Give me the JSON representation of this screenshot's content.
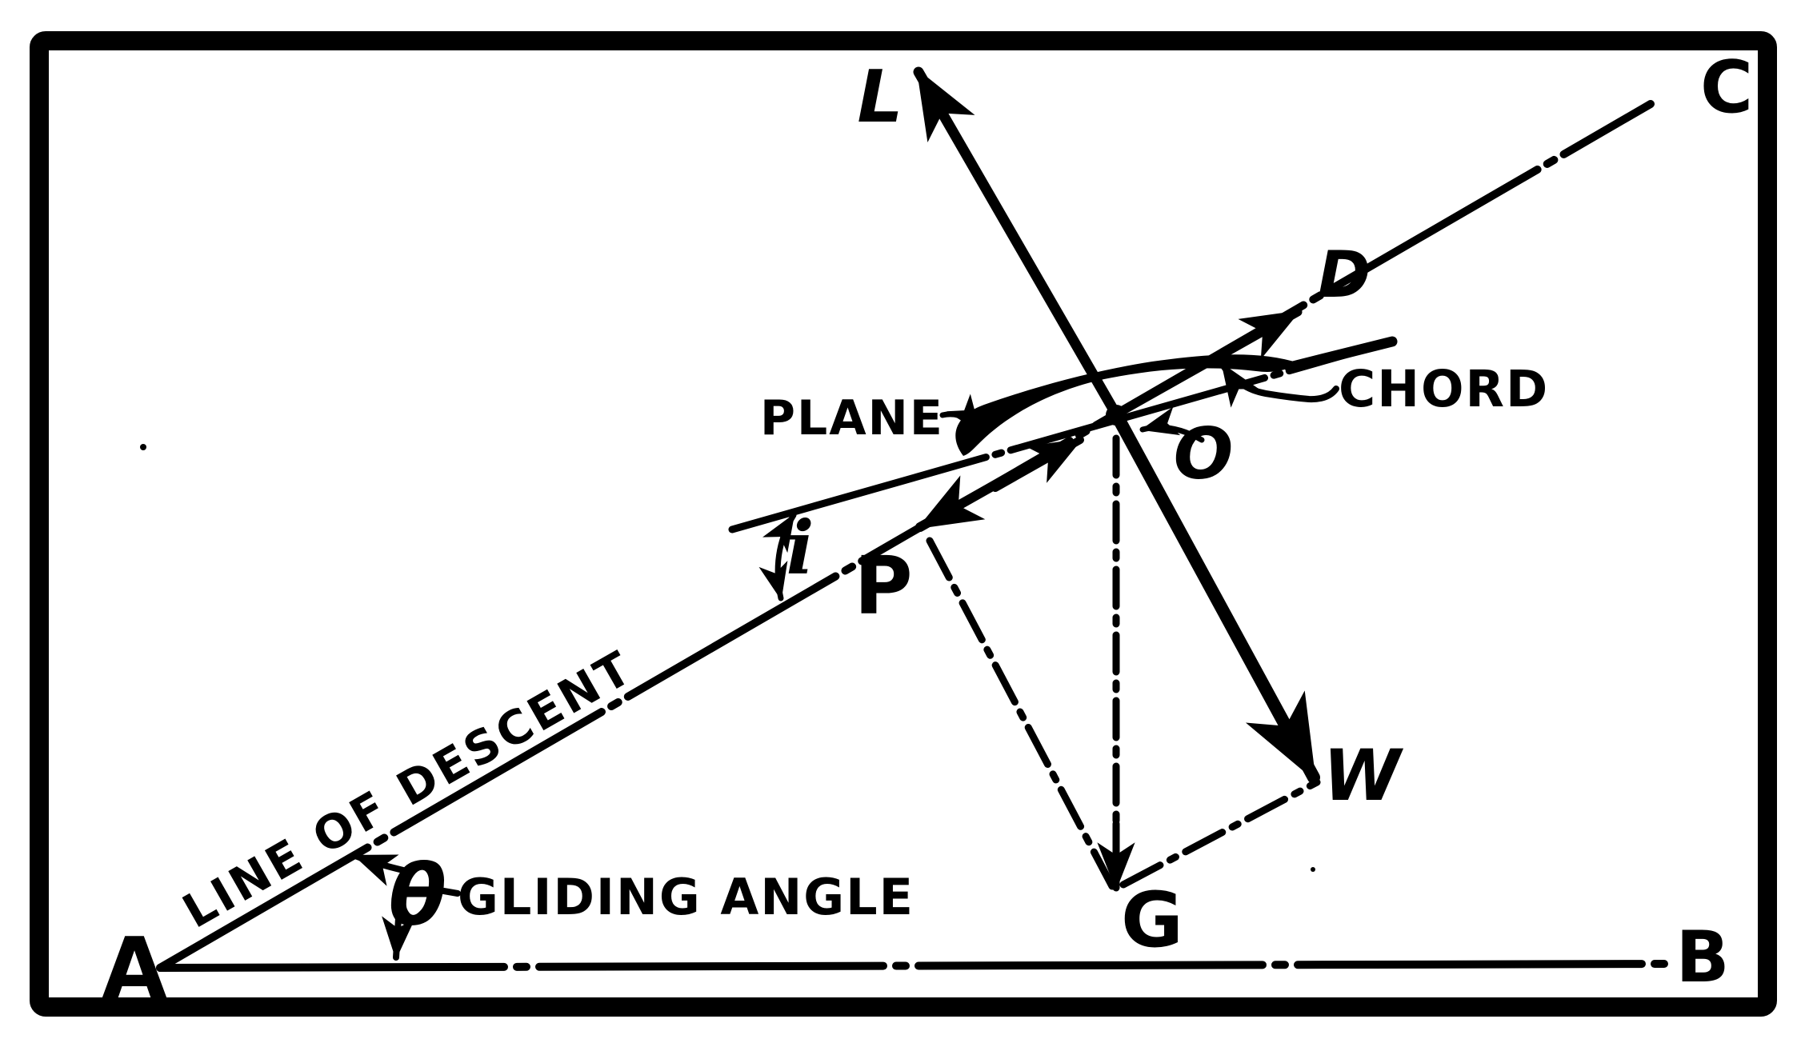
{
  "colors": {
    "ink": "#000000",
    "paper": "#ffffff"
  },
  "labels": {
    "lift": "L",
    "drag": "D",
    "weight_component": "W",
    "gravity_resultant": "G",
    "propelling_component": "P",
    "center_of_pressure": "O",
    "incidence_angle": "i",
    "gliding_angle_symbol": "θ",
    "ground_point_left": "A",
    "ground_point_right": "B",
    "descent_point_top": "C",
    "plane": "PLANE",
    "chord": "CHORD",
    "line_of_descent": "LINE OF DESCENT",
    "gliding_angle": "GLIDING ANGLE"
  }
}
